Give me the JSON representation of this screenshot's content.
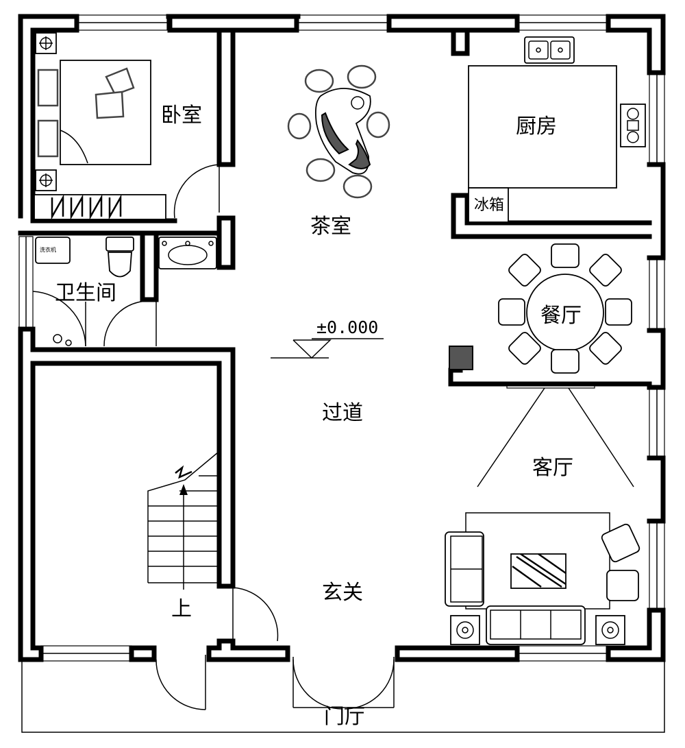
{
  "plan": {
    "elevation_marker": "±0.000",
    "rooms": {
      "bedroom": "卧室",
      "kitchen": "厨房",
      "tea_room": "茶室",
      "bathroom": "卫生间",
      "dining": "餐厅",
      "corridor": "过道",
      "living": "客厅",
      "entrance": "玄关",
      "stair_up": "上",
      "porch": "门厅"
    },
    "fixtures": {
      "fridge": "冰箱",
      "washer": "洗衣机"
    }
  }
}
